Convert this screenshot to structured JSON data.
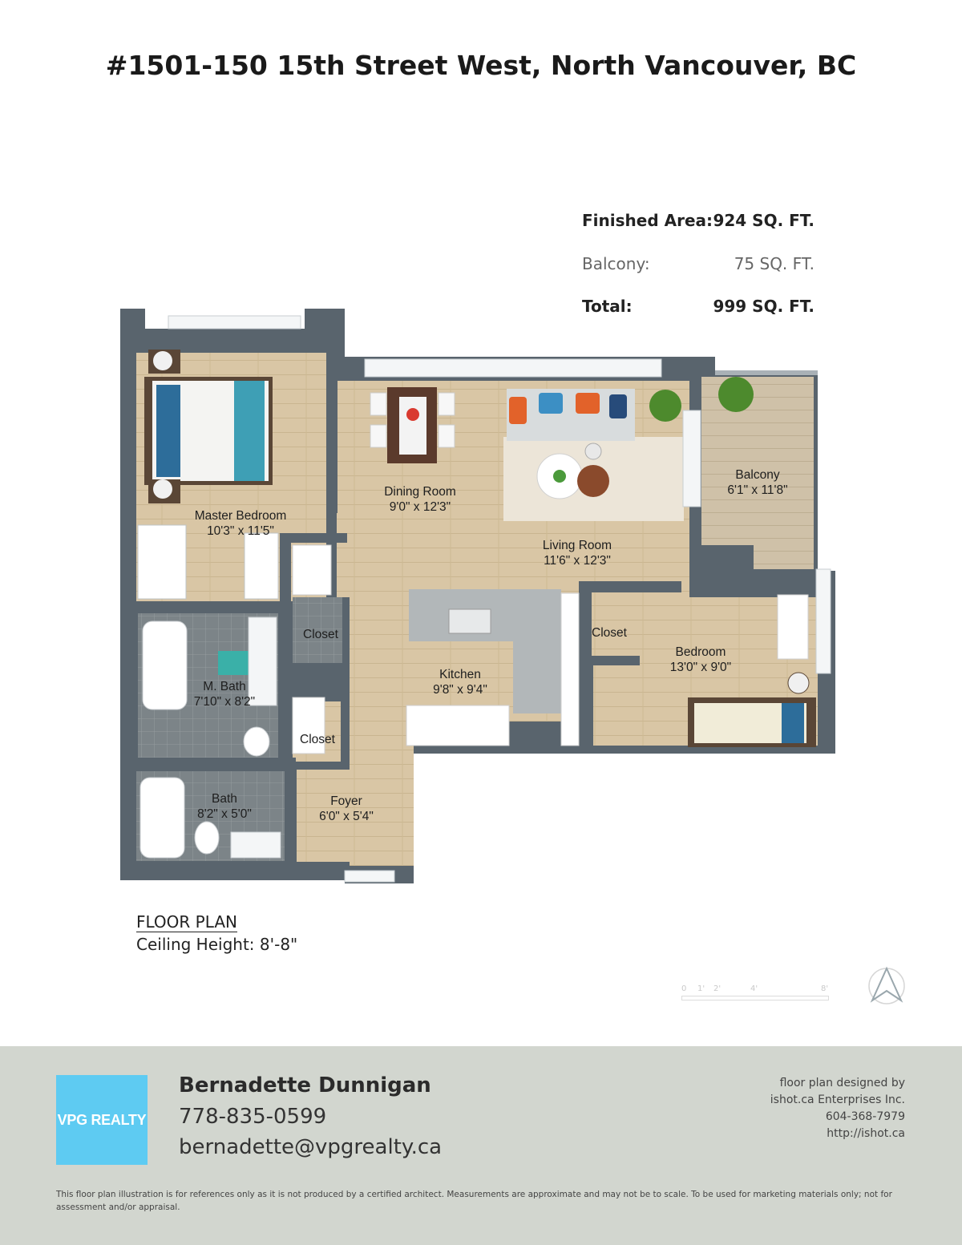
{
  "header": {
    "title": "#1501-150 15th Street West, North Vancouver, BC"
  },
  "areas": {
    "finished_label": "Finished Area:",
    "finished_value": "924 SQ. FT.",
    "balcony_label": "Balcony:",
    "balcony_value": "75 SQ. FT.",
    "total_label": "Total:",
    "total_value": "999 SQ. FT."
  },
  "rooms": {
    "master_bedroom": {
      "name": "Master Bedroom",
      "size": "10'3\" x 11'5\""
    },
    "dining_room": {
      "name": "Dining Room",
      "size": "9'0\" x 12'3\""
    },
    "living_room": {
      "name": "Living Room",
      "size": "11'6\" x 12'3\""
    },
    "balcony": {
      "name": "Balcony",
      "size": "6'1\" x 11'8\""
    },
    "closet_left_upper": {
      "name": "Closet"
    },
    "closet_right": {
      "name": "Closet"
    },
    "closet_left_lower": {
      "name": "Closet"
    },
    "kitchen": {
      "name": "Kitchen",
      "size": "9'8\" x 9'4\""
    },
    "bedroom": {
      "name": "Bedroom",
      "size": "13'0\" x 9'0\""
    },
    "master_bath": {
      "name": "M. Bath",
      "size": "7'10\" x 8'2\""
    },
    "bath": {
      "name": "Bath",
      "size": "8'2\" x 5'0\""
    },
    "foyer": {
      "name": "Foyer",
      "size": "6'0\" x 5'4\""
    }
  },
  "floor_plan": {
    "title": "FLOOR PLAN",
    "ceiling": "Ceiling Height: 8'-8\""
  },
  "scale_bar": {
    "ticks": [
      "0",
      "1'",
      "2'",
      "4'",
      "8'"
    ]
  },
  "footer": {
    "logo_text": "VPG REALTY",
    "agent_name": "Bernadette Dunnigan",
    "agent_phone": "778-835-0599",
    "agent_email": "bernadette@vpgrealty.ca",
    "designer_line1": "floor plan designed by",
    "designer_line2": "ishot.ca Enterprises Inc.",
    "designer_phone": "604-368-7979",
    "designer_url": "http://ishot.ca",
    "disclaimer": "This floor plan illustration is for references only as it is not produced by a certified architect. Measurements are approximate and may not be to scale. To be used for marketing materials only; not for assessment and/or appraisal."
  },
  "colors": {
    "wall": "#59646d",
    "floor": "#d8c4a2",
    "tile": "#7d8589",
    "footer_bg": "#d2d6cf",
    "logo_bg": "#5ecbf2"
  },
  "icons": [
    "compass-north-icon"
  ]
}
